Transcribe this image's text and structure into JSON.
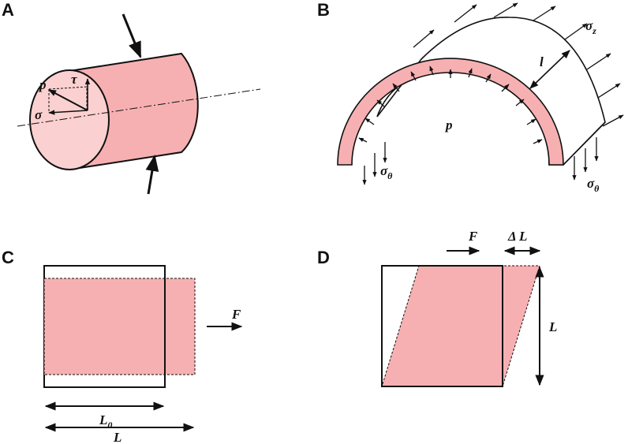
{
  "panels": {
    "a": {
      "letter": "A",
      "labels": {
        "p": "p",
        "tau": "τ",
        "sigma": "σ"
      }
    },
    "b": {
      "letter": "B",
      "labels": {
        "sigma_z": "σ",
        "sigma_z_sub": "z",
        "l": "l",
        "p": "p",
        "sigma_theta_left": "σ",
        "sigma_theta_left_sub": "θ",
        "sigma_theta_right": "σ",
        "sigma_theta_right_sub": "θ"
      }
    },
    "c": {
      "letter": "C",
      "labels": {
        "F": "F",
        "L0": "L",
        "L0_sub": "0",
        "L": "L"
      }
    },
    "d": {
      "letter": "D",
      "labels": {
        "F": "F",
        "deltaL": "Δ L",
        "L": "L"
      }
    }
  },
  "colors": {
    "fill": "#f7b0b2",
    "fill_light": "#fbd0d0",
    "stroke": "#111111"
  }
}
